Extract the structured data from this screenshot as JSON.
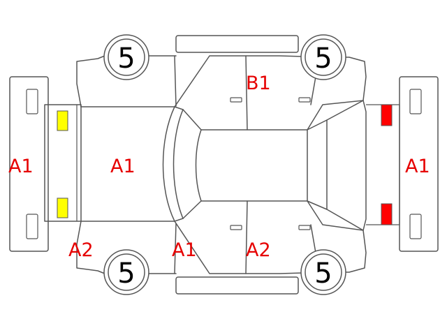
{
  "colors": {
    "outline": "#555555",
    "label": "#e60000",
    "marker_yellow": "#ffff00",
    "marker_red": "#ff0000"
  },
  "wheels": {
    "front_top": "5",
    "rear_top": "5",
    "front_bottom": "5",
    "rear_bottom": "5"
  },
  "labels": {
    "front_bumper": "A1",
    "hood": "A1",
    "rear_bumper": "A1",
    "roof_door_top": "B1",
    "front_fender_bottom": "A2",
    "front_door_bottom": "A1",
    "rear_door_bottom": "A2"
  }
}
